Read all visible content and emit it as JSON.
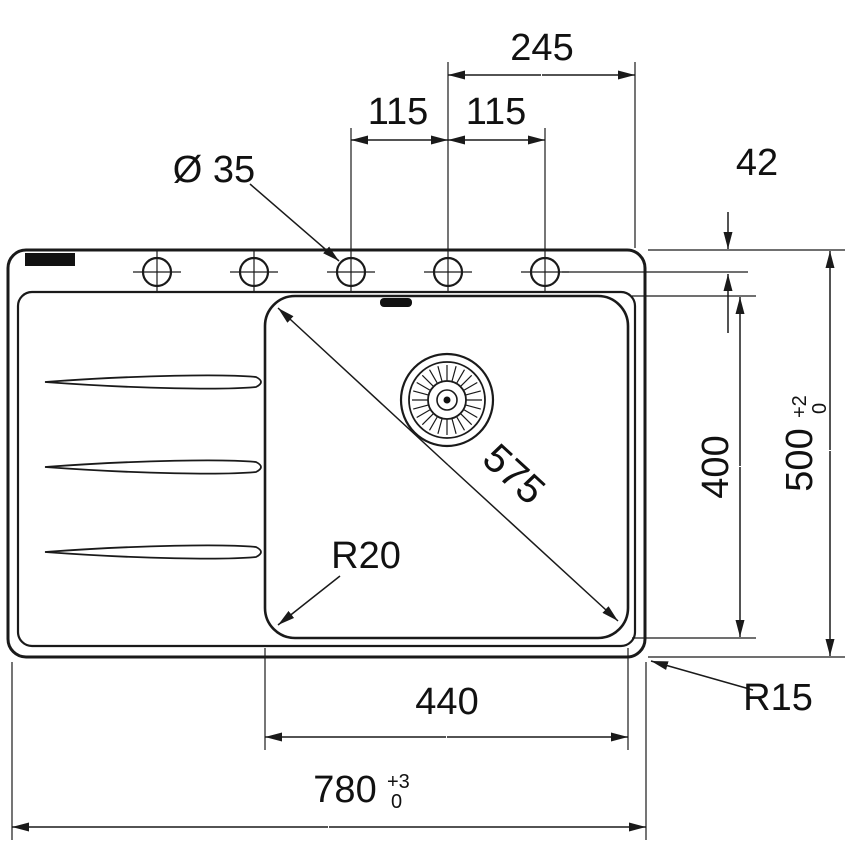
{
  "labels": {
    "d245": "245",
    "d115a": "115",
    "d115b": "115",
    "dia35": "Ø 35",
    "d42": "42",
    "d575": "575",
    "r20": "R20",
    "d400": "400",
    "d500": "500",
    "d500_tol_upper": "+2",
    "d500_tol_lower": "0",
    "d440": "440",
    "d780": "780",
    "d780_tol_upper": "+3",
    "d780_tol_lower": "0",
    "r15": "R15"
  },
  "colors": {
    "line": "#1a1a1a",
    "background": "#ffffff"
  }
}
